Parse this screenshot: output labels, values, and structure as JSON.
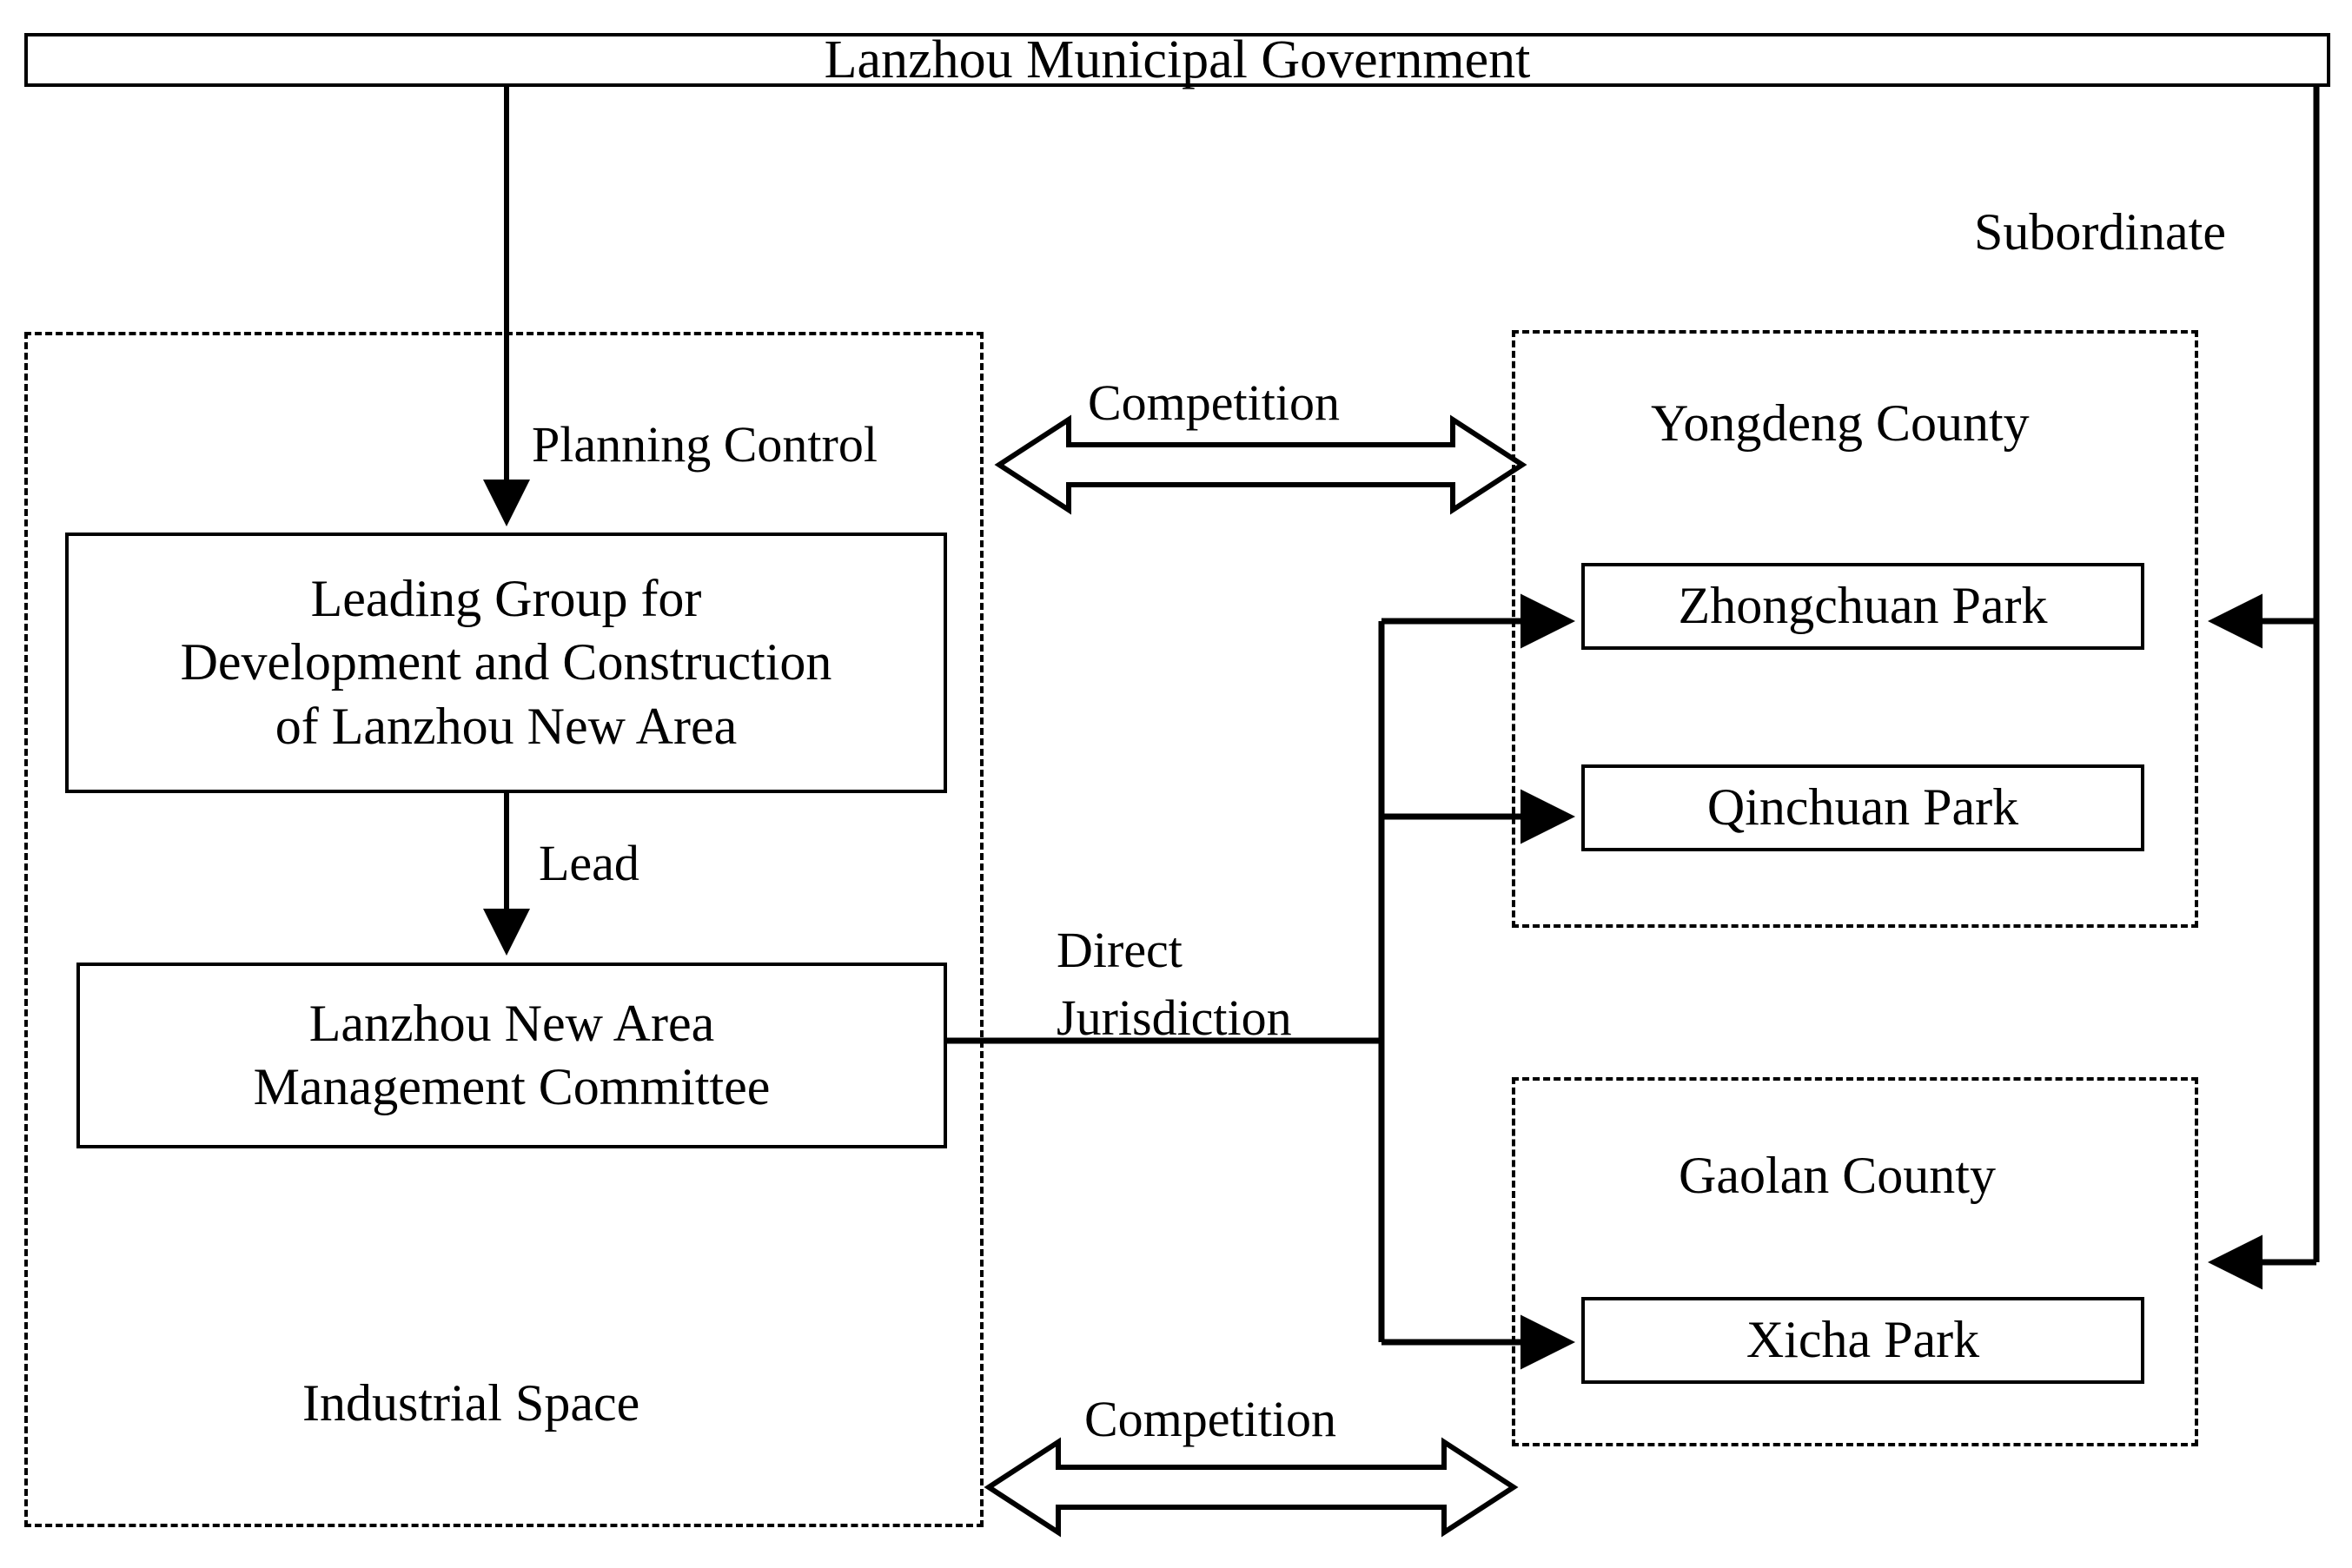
{
  "diagram": {
    "title_box": {
      "label": "Lanzhou Municipal Government"
    },
    "groups": {
      "industrial_space": {
        "label": "Industrial Space"
      },
      "yongdeng_county": {
        "label": "Yongdeng County"
      },
      "gaolan_county": {
        "label": "Gaolan County"
      }
    },
    "nodes": {
      "leading_group": {
        "line1": "Leading Group for",
        "line2": "Development and Construction",
        "line3": "of Lanzhou New Area"
      },
      "management_committee": {
        "line1": "Lanzhou New Area",
        "line2": "Management Committee"
      },
      "zhongchuan_park": {
        "label": "Zhongchuan Park"
      },
      "qinchuan_park": {
        "label": "Qinchuan Park"
      },
      "xicha_park": {
        "label": "Xicha Park"
      }
    },
    "edge_labels": {
      "planning_control": "Planning Control",
      "subordinate": "Subordinate",
      "competition_top": "Competition",
      "competition_bottom": "Competition",
      "lead": "Lead",
      "direct_jurisdiction_line1": "Direct",
      "direct_jurisdiction_line2": "Jurisdiction"
    },
    "colors": {
      "stroke": "#000000",
      "fill": "#ffffff"
    }
  }
}
